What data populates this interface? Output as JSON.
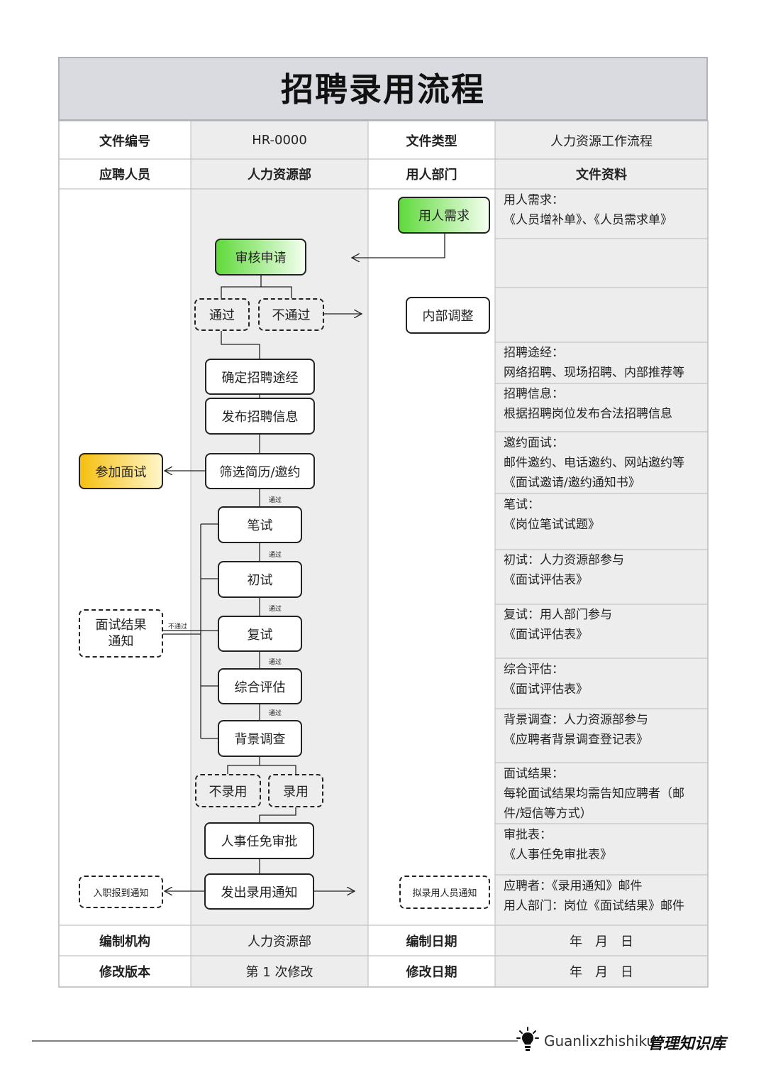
{
  "title": "招聘录用流程",
  "header": {
    "row1": [
      "文件编号",
      "HR-0000",
      "文件类型",
      "人力资源工作流程"
    ],
    "row2": [
      "应聘人员",
      "人力资源部",
      "用人部门",
      "文件资料"
    ]
  },
  "footer_rows": {
    "row1": [
      "编制机构",
      "人力资源部",
      "编制日期",
      "年　月　日"
    ],
    "row2": [
      "修改版本",
      "第 1 次修改",
      "修改日期",
      "年　月　日"
    ]
  },
  "nodes": {
    "demand": "用人需求",
    "review": "审核申请",
    "pass": "通过",
    "fail": "不通过",
    "internal": "内部调整",
    "channel": "确定招聘途经",
    "publish": "发布招聘信息",
    "screen": "筛选简历/邀约",
    "attend": "参加面试",
    "written": "笔试",
    "first": "初试",
    "second": "复试",
    "overall": "综合评估",
    "background": "背景调查",
    "result_notice": "面试结果\n通知",
    "reject": "不录用",
    "hire": "录用",
    "approval": "人事任免审批",
    "offer": "发出录用通知",
    "onboard_notice": "入职报到通知",
    "dept_notice": "拟录用人员通知"
  },
  "small_labels": {
    "pass": "通过",
    "fail": "不通过"
  },
  "notes": [
    [
      "用人需求：",
      "《人员增补单》、《人员需求单》"
    ],
    [
      "招聘途经：",
      "网络招聘、现场招聘、内部推荐等"
    ],
    [
      "招聘信息：",
      "根据招聘岗位发布合法招聘信息"
    ],
    [
      "邀约面试：",
      "邮件邀约、电话邀约、网站邀约等",
      "《面试邀请/邀约通知书》"
    ],
    [
      "笔试：",
      "《岗位笔试试题》"
    ],
    [
      "初试：人力资源部参与",
      "《面试评估表》"
    ],
    [
      "复试：用人部门参与",
      "《面试评估表》"
    ],
    [
      "综合评估：",
      "《面试评估表》"
    ],
    [
      "背景调查：人力资源部参与",
      "《应聘者背景调查登记表》"
    ],
    [
      "面试结果：",
      "每轮面试结果均需告知应聘者（邮",
      "件/短信等方式）"
    ],
    [
      "审批表：",
      "《人事任免审批表》"
    ],
    [
      "应聘者：《录用通知》邮件",
      "用人部门：岗位《面试结果》邮件"
    ]
  ],
  "colors": {
    "green": "#6fe04a",
    "yellow": "#f5c81a",
    "gray_col": "#ececec",
    "title_bg": "#d9dbe0"
  },
  "footer": {
    "site": "Guanlixzhishiku",
    "brand": "管理知识库",
    "icon": "lightbulb-icon"
  }
}
